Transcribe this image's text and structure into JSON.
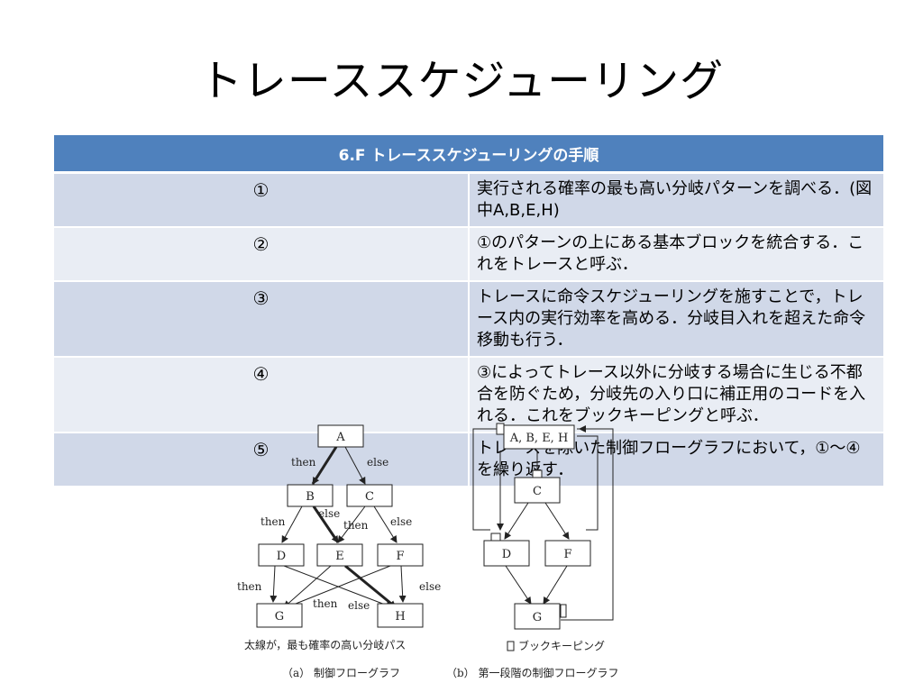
{
  "slide": {
    "title": "トレーススケジューリング"
  },
  "table": {
    "header": "6.F トレーススケジューリングの手順",
    "rows": [
      {
        "num": "①",
        "text": "実行される確率の最も高い分岐パターンを調べる．(図中A,B,E,H)"
      },
      {
        "num": "②",
        "text": "①のパターンの上にある基本ブロックを統合する．これをトレースと呼ぶ．"
      },
      {
        "num": "③",
        "text": "トレースに命令スケジューリングを施すことで，トレース内の実行効率を高める．分岐目入れを超えた命令移動も行う．"
      },
      {
        "num": "④",
        "text": "③によってトレース以外に分岐する場合に生じる不都合を防ぐため，分岐先の入り口に補正用のコードを入れる．これをブックキーピングと呼ぶ．"
      },
      {
        "num": "⑤",
        "text": "トレースを除いた制御フローグラフにおいて，①～④を繰り返す．"
      }
    ]
  },
  "figure": {
    "left": {
      "nodes": {
        "a": "A",
        "b": "B",
        "c": "C",
        "d": "D",
        "e": "E",
        "f": "F",
        "g": "G",
        "h": "H"
      },
      "labels": {
        "then": "then",
        "else": "else"
      },
      "caption": "太線が，最も確率の高い分岐パス",
      "sub_caption": "（a） 制御フローグラフ"
    },
    "right": {
      "nodes": {
        "abeh": "A, B, E, H",
        "c": "C",
        "d": "D",
        "f": "F",
        "g": "G"
      },
      "caption": "ブックキーピング",
      "sub_caption": "（b） 第一段階の制御フローグラフ"
    }
  },
  "colors": {
    "header_bg": "#4f81bd",
    "row_dark": "#d0d8e8",
    "row_light": "#e9edf4"
  }
}
